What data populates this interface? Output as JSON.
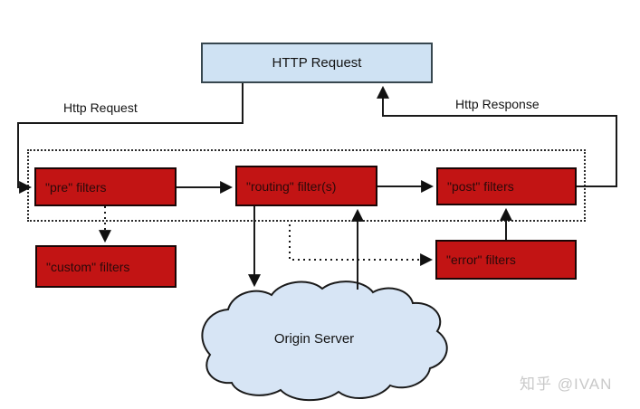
{
  "diagram": {
    "http_request_box": "HTTP Request",
    "flow_labels": {
      "request": "Http Request",
      "response": "Http Response"
    },
    "filters": {
      "pre": "\"pre\" filters",
      "routing": "\"routing\" filter(s)",
      "post": "\"post\" filters",
      "custom": "\"custom\" filters",
      "error": "\"error\" filters"
    },
    "cloud_label": "Origin Server",
    "watermark": "知乎 @IVAN"
  },
  "colors": {
    "filter_red": "#c21414",
    "blue_fill": "#cfe2f3",
    "cloud_fill": "#d7e5f5",
    "line": "#1a1a1a",
    "watermark": "#c9c9c9"
  }
}
